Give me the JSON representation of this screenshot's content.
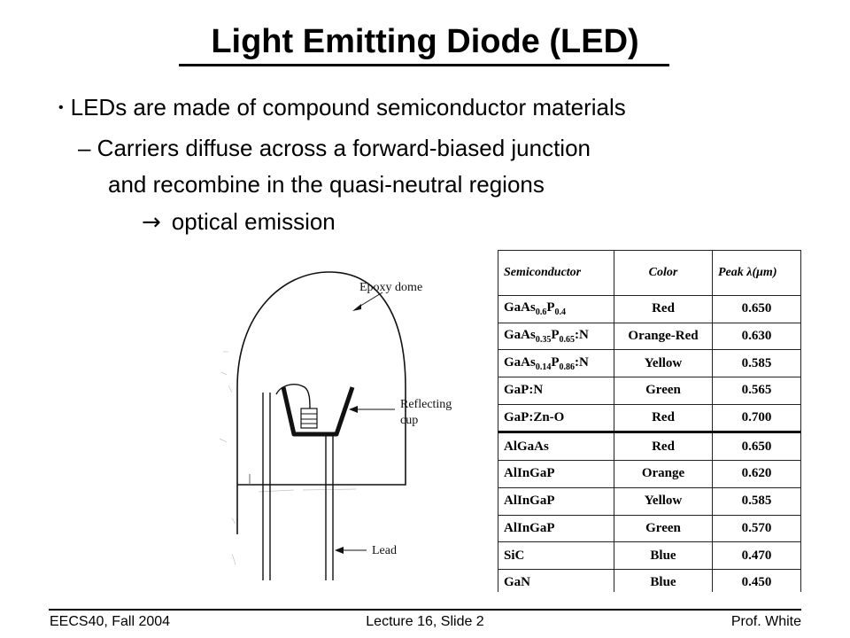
{
  "slide": {
    "title": "Light Emitting Diode (LED)",
    "bullet": "LEDs are made of compound semiconductor materials",
    "sub_line1": "– Carriers diffuse across a forward-biased junction",
    "sub_line2": "and recombine in the quasi-neutral regions",
    "arrow_symbol": "→",
    "arrow_text": "optical emission"
  },
  "figure": {
    "labels": {
      "epoxy": "Epoxy dome",
      "reflecting": "Reflecting",
      "cup": "cup",
      "lead": "Lead"
    }
  },
  "table": {
    "headers": [
      "Semiconductor",
      "Color",
      "Peak λ(μm)"
    ],
    "rows": [
      {
        "material": "GaAs0.6P0.4",
        "base": "GaAs",
        "sub1": "0.6",
        "mid": "P",
        "sub2": "0.4",
        "suffix": "",
        "color": "Red",
        "peak": "0.650"
      },
      {
        "material": "GaAs0.35P0.65:N",
        "base": "GaAs",
        "sub1": "0.35",
        "mid": "P",
        "sub2": "0.65",
        "suffix": ":N",
        "color": "Orange-Red",
        "peak": "0.630"
      },
      {
        "material": "GaAs0.14P0.86:N",
        "base": "GaAs",
        "sub1": "0.14",
        "mid": "P",
        "sub2": "0.86",
        "suffix": ":N",
        "color": "Yellow",
        "peak": "0.585"
      },
      {
        "material": "GaP:N",
        "base": "GaP:N",
        "color": "Green",
        "peak": "0.565"
      },
      {
        "material": "GaP:Zn-O",
        "base": "GaP:Zn-O",
        "color": "Red",
        "peak": "0.700"
      },
      {
        "material": "AlGaAs",
        "base": "AlGaAs",
        "color": "Red",
        "peak": "0.650"
      },
      {
        "material": "AlInGaP",
        "base": "AlInGaP",
        "color": "Orange",
        "peak": "0.620"
      },
      {
        "material": "AlInGaP",
        "base": "AlInGaP",
        "color": "Yellow",
        "peak": "0.585"
      },
      {
        "material": "AlInGaP",
        "base": "AlInGaP",
        "color": "Green",
        "peak": "0.570"
      },
      {
        "material": "SiC",
        "base": "SiC",
        "color": "Blue",
        "peak": "0.470"
      },
      {
        "material": "GaN",
        "base": "GaN",
        "color": "Blue",
        "peak": "0.450"
      }
    ]
  },
  "footer": {
    "left": "EECS40, Fall 2004",
    "center": "Lecture 16, Slide 2",
    "right": "Prof. White"
  }
}
